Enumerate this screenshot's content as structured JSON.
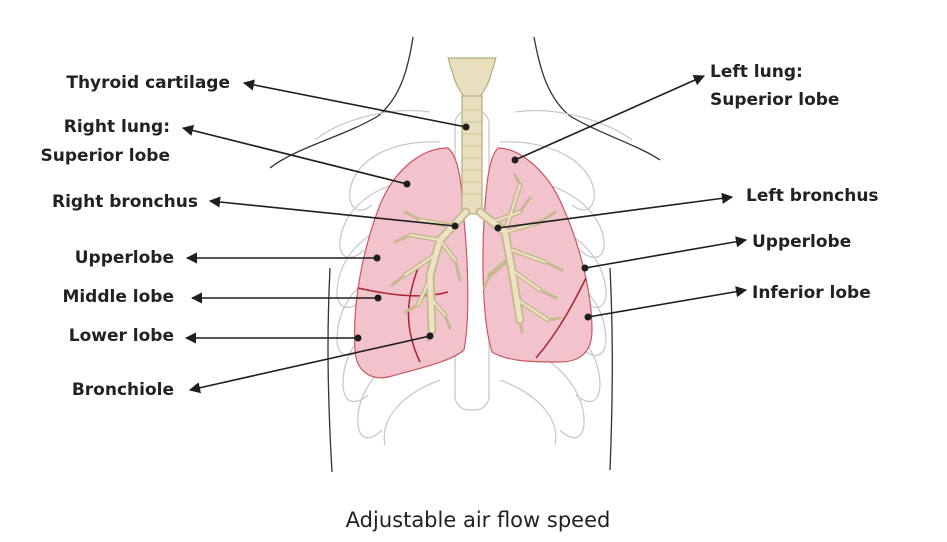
{
  "labels": {
    "thyroid_cartilage": "Thyroid cartilage",
    "right_lung_line1": "Right lung:",
    "right_lung_line2": "Superior lobe",
    "right_bronchus": "Right bronchus",
    "upperlobe_right": "Upperlobe",
    "middle_lobe": "Middle lobe",
    "lower_lobe": "Lower lobe",
    "bronchiole": "Bronchiole",
    "left_lung_line1": "Left lung:",
    "left_lung_line2": "Superior lobe",
    "left_bronchus": "Left bronchus",
    "upperlobe_left": "Upperlobe",
    "inferior_lobe": "Inferior lobe"
  },
  "caption": "Adjustable air flow speed",
  "colors": {
    "lung_fill": "#f2c3cc",
    "lung_outline": "#c9575f",
    "fissure": "#a8242e",
    "airway": "#e8dfbf",
    "ribs": "#c9c9c9",
    "text": "#222222"
  }
}
